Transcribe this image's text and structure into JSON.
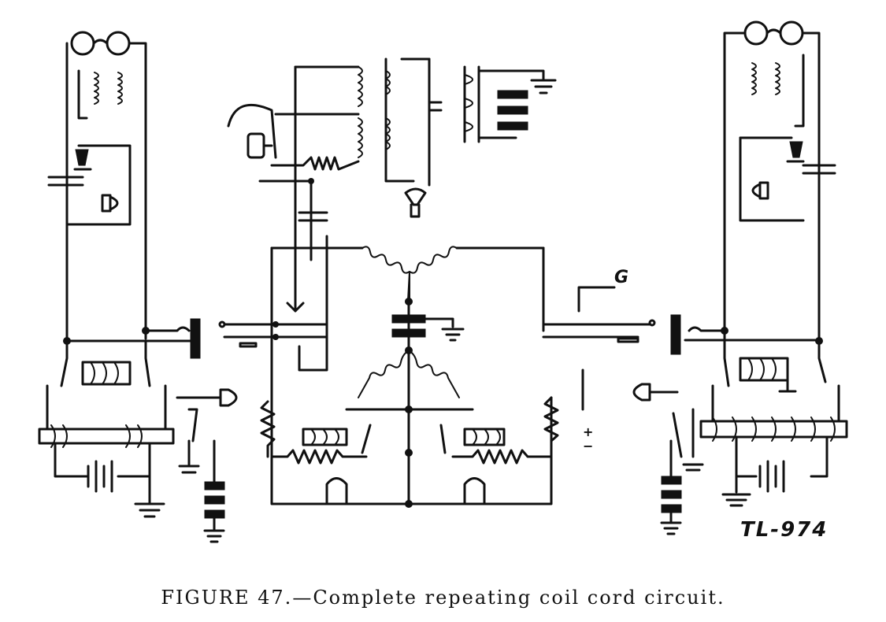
{
  "labels": {
    "g": "G",
    "plus_minus": "+\n−",
    "drawing_id": "TL-974"
  },
  "caption": {
    "figure": "FIGURE 47.",
    "text": "—Complete repeating coil cord circuit."
  }
}
